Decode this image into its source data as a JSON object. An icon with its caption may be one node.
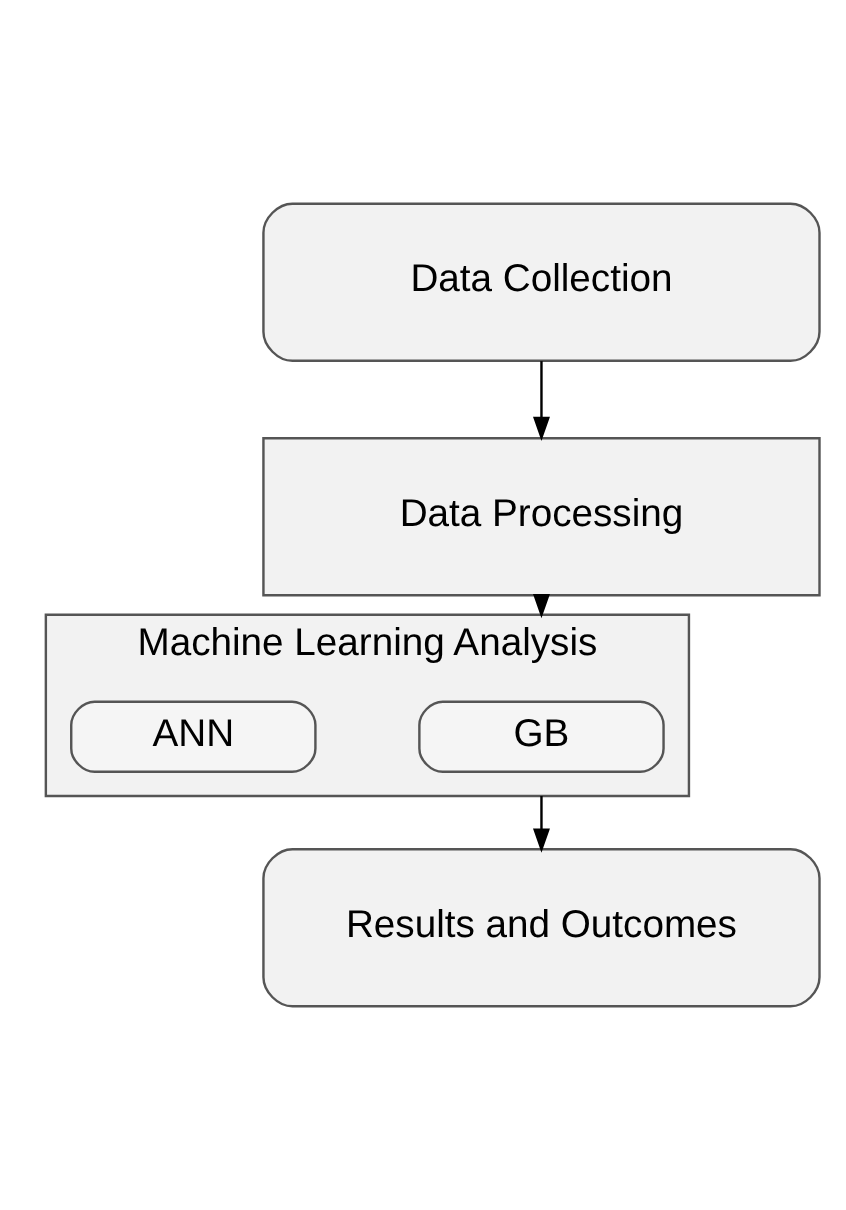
{
  "diagram": {
    "nodes": [
      {
        "text": [
          "Data Collection"
        ]
      },
      {
        "text": [
          "Data Processing"
        ]
      },
      {
        "text": [
          "Machine Learning Analysis"
        ]
      },
      {
        "text": [
          "GB"
        ],
        "in": 2
      },
      {
        "text": [
          "ANN"
        ],
        "in": 2
      },
      {
        "text": [
          "Results and Outcomes"
        ]
      }
    ],
    "edges": [
      {
        "from": 0,
        "to": 1,
        "arrow": "to"
      },
      {
        "from": 1,
        "to": 2,
        "arrow": "to"
      },
      {
        "from": 2,
        "to": 5,
        "arrow": "to"
      }
    ]
  }
}
